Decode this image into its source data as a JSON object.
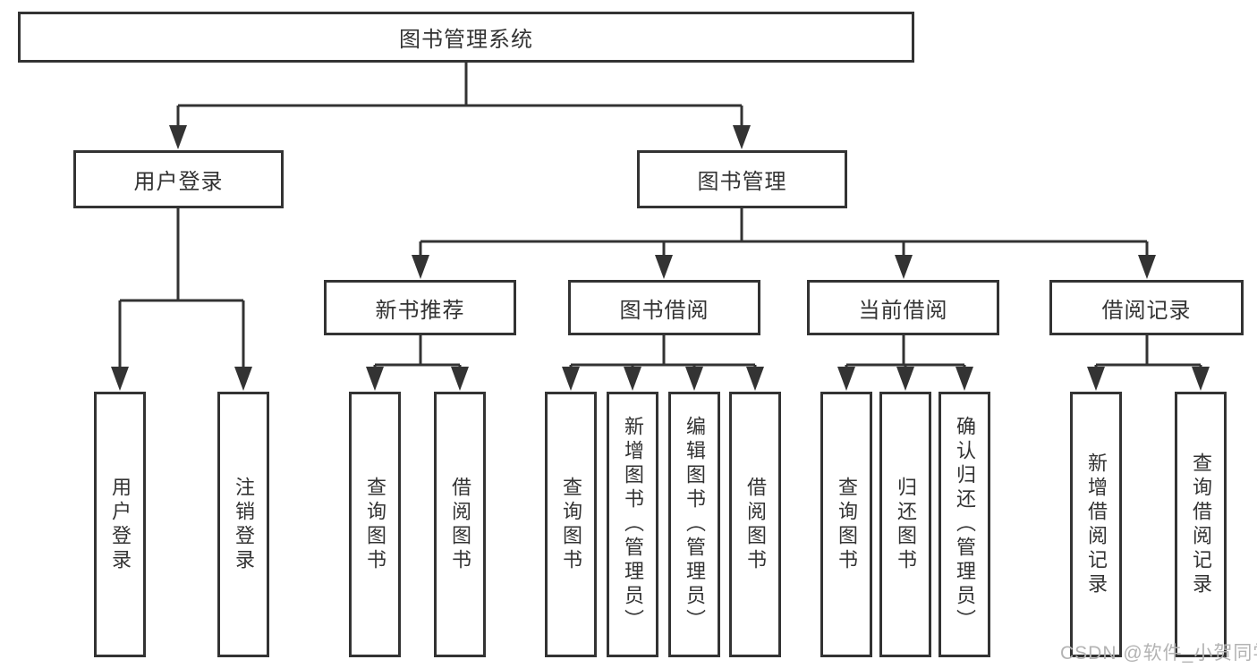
{
  "tree": {
    "label": "图书管理系统",
    "children": [
      {
        "label": "用户登录",
        "children": [
          {
            "label": "用户登录"
          },
          {
            "label": "注销登录"
          }
        ]
      },
      {
        "label": "图书管理",
        "children": [
          {
            "label": "新书推荐",
            "children": [
              {
                "label": "查询图书"
              },
              {
                "label": "借阅图书"
              }
            ]
          },
          {
            "label": "图书借阅",
            "children": [
              {
                "label": "查询图书"
              },
              {
                "label": "新增图书（管理员）"
              },
              {
                "label": "编辑图书（管理员）"
              },
              {
                "label": "借阅图书"
              }
            ]
          },
          {
            "label": "当前借阅",
            "children": [
              {
                "label": "查询图书"
              },
              {
                "label": "归还图书"
              },
              {
                "label": "确认归还（管理员）"
              }
            ]
          },
          {
            "label": "借阅记录",
            "children": [
              {
                "label": "新增借阅记录"
              },
              {
                "label": "查询借阅记录"
              }
            ]
          }
        ]
      }
    ]
  },
  "watermark": {
    "text": "CSDN @软件_小贺同学"
  },
  "colors": {
    "stroke": "#333333",
    "box_border": "#333333",
    "text": "#333333",
    "watermark": "#b3b3b3",
    "background": "#ffffff"
  }
}
